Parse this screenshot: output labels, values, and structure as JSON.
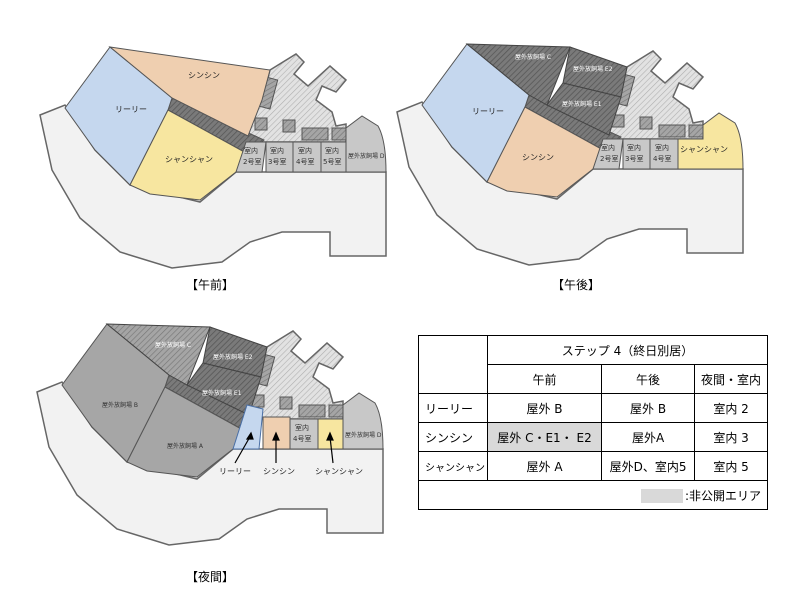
{
  "maps": [
    {
      "caption": "【午前】",
      "labels": {
        "lily": "リーリー",
        "shinshin": "シンシン",
        "shanshan": "シャンシャン",
        "r2": [
          "室内",
          "2号室"
        ],
        "r3": [
          "室内",
          "3号室"
        ],
        "r4": [
          "室内",
          "4号室"
        ],
        "r5": [
          "室内",
          "5号室"
        ],
        "d": "屋外放飼場 D"
      }
    },
    {
      "caption": "【午後】",
      "labels": {
        "lily": "リーリー",
        "shinshin": "シンシン",
        "shanshan": "シャンシャン",
        "c": "屋外放飼場 C",
        "e2": "屋外放飼場 E2",
        "e1": "屋外放飼場 E1",
        "r2": [
          "室内",
          "2号室"
        ],
        "r3": [
          "室内",
          "3号室"
        ],
        "r4": [
          "室内",
          "4号室"
        ]
      }
    },
    {
      "caption": "【夜間】",
      "labels": {
        "b": "屋外放飼場 B",
        "a": "屋外放飼場 A",
        "c": "屋外放飼場 C",
        "e2": "屋外放飼場 E2",
        "e1": "屋外放飼場 E1",
        "d": "屋外放飼場 D",
        "r4": [
          "室内",
          "4号室"
        ],
        "lily": "リーリー",
        "shinshin": "シンシン",
        "shanshan": "シャンシャン"
      }
    }
  ],
  "colors": {
    "lily": "#c5d7ee",
    "shinshin": "#efcfb0",
    "shanshan": "#f7e6a0",
    "room": "#c8c8c8",
    "closed": "#d9d9d9"
  },
  "table": {
    "title": "ステップ 4（終日別居）",
    "columns": [
      "午前",
      "午後",
      "夜間・室内"
    ],
    "rows": [
      {
        "name": "リーリー",
        "cells": [
          "屋外 B",
          "屋外 B",
          "室内 2"
        ]
      },
      {
        "name": "シンシン",
        "cells": [
          "屋外 C・E1・ E2",
          "屋外A",
          "室内 3"
        ]
      },
      {
        "name": "シャンシャン",
        "cells": [
          "屋外 A",
          "屋外D、室内5",
          "室内 5"
        ]
      }
    ],
    "legend": ":非公開エリア"
  }
}
